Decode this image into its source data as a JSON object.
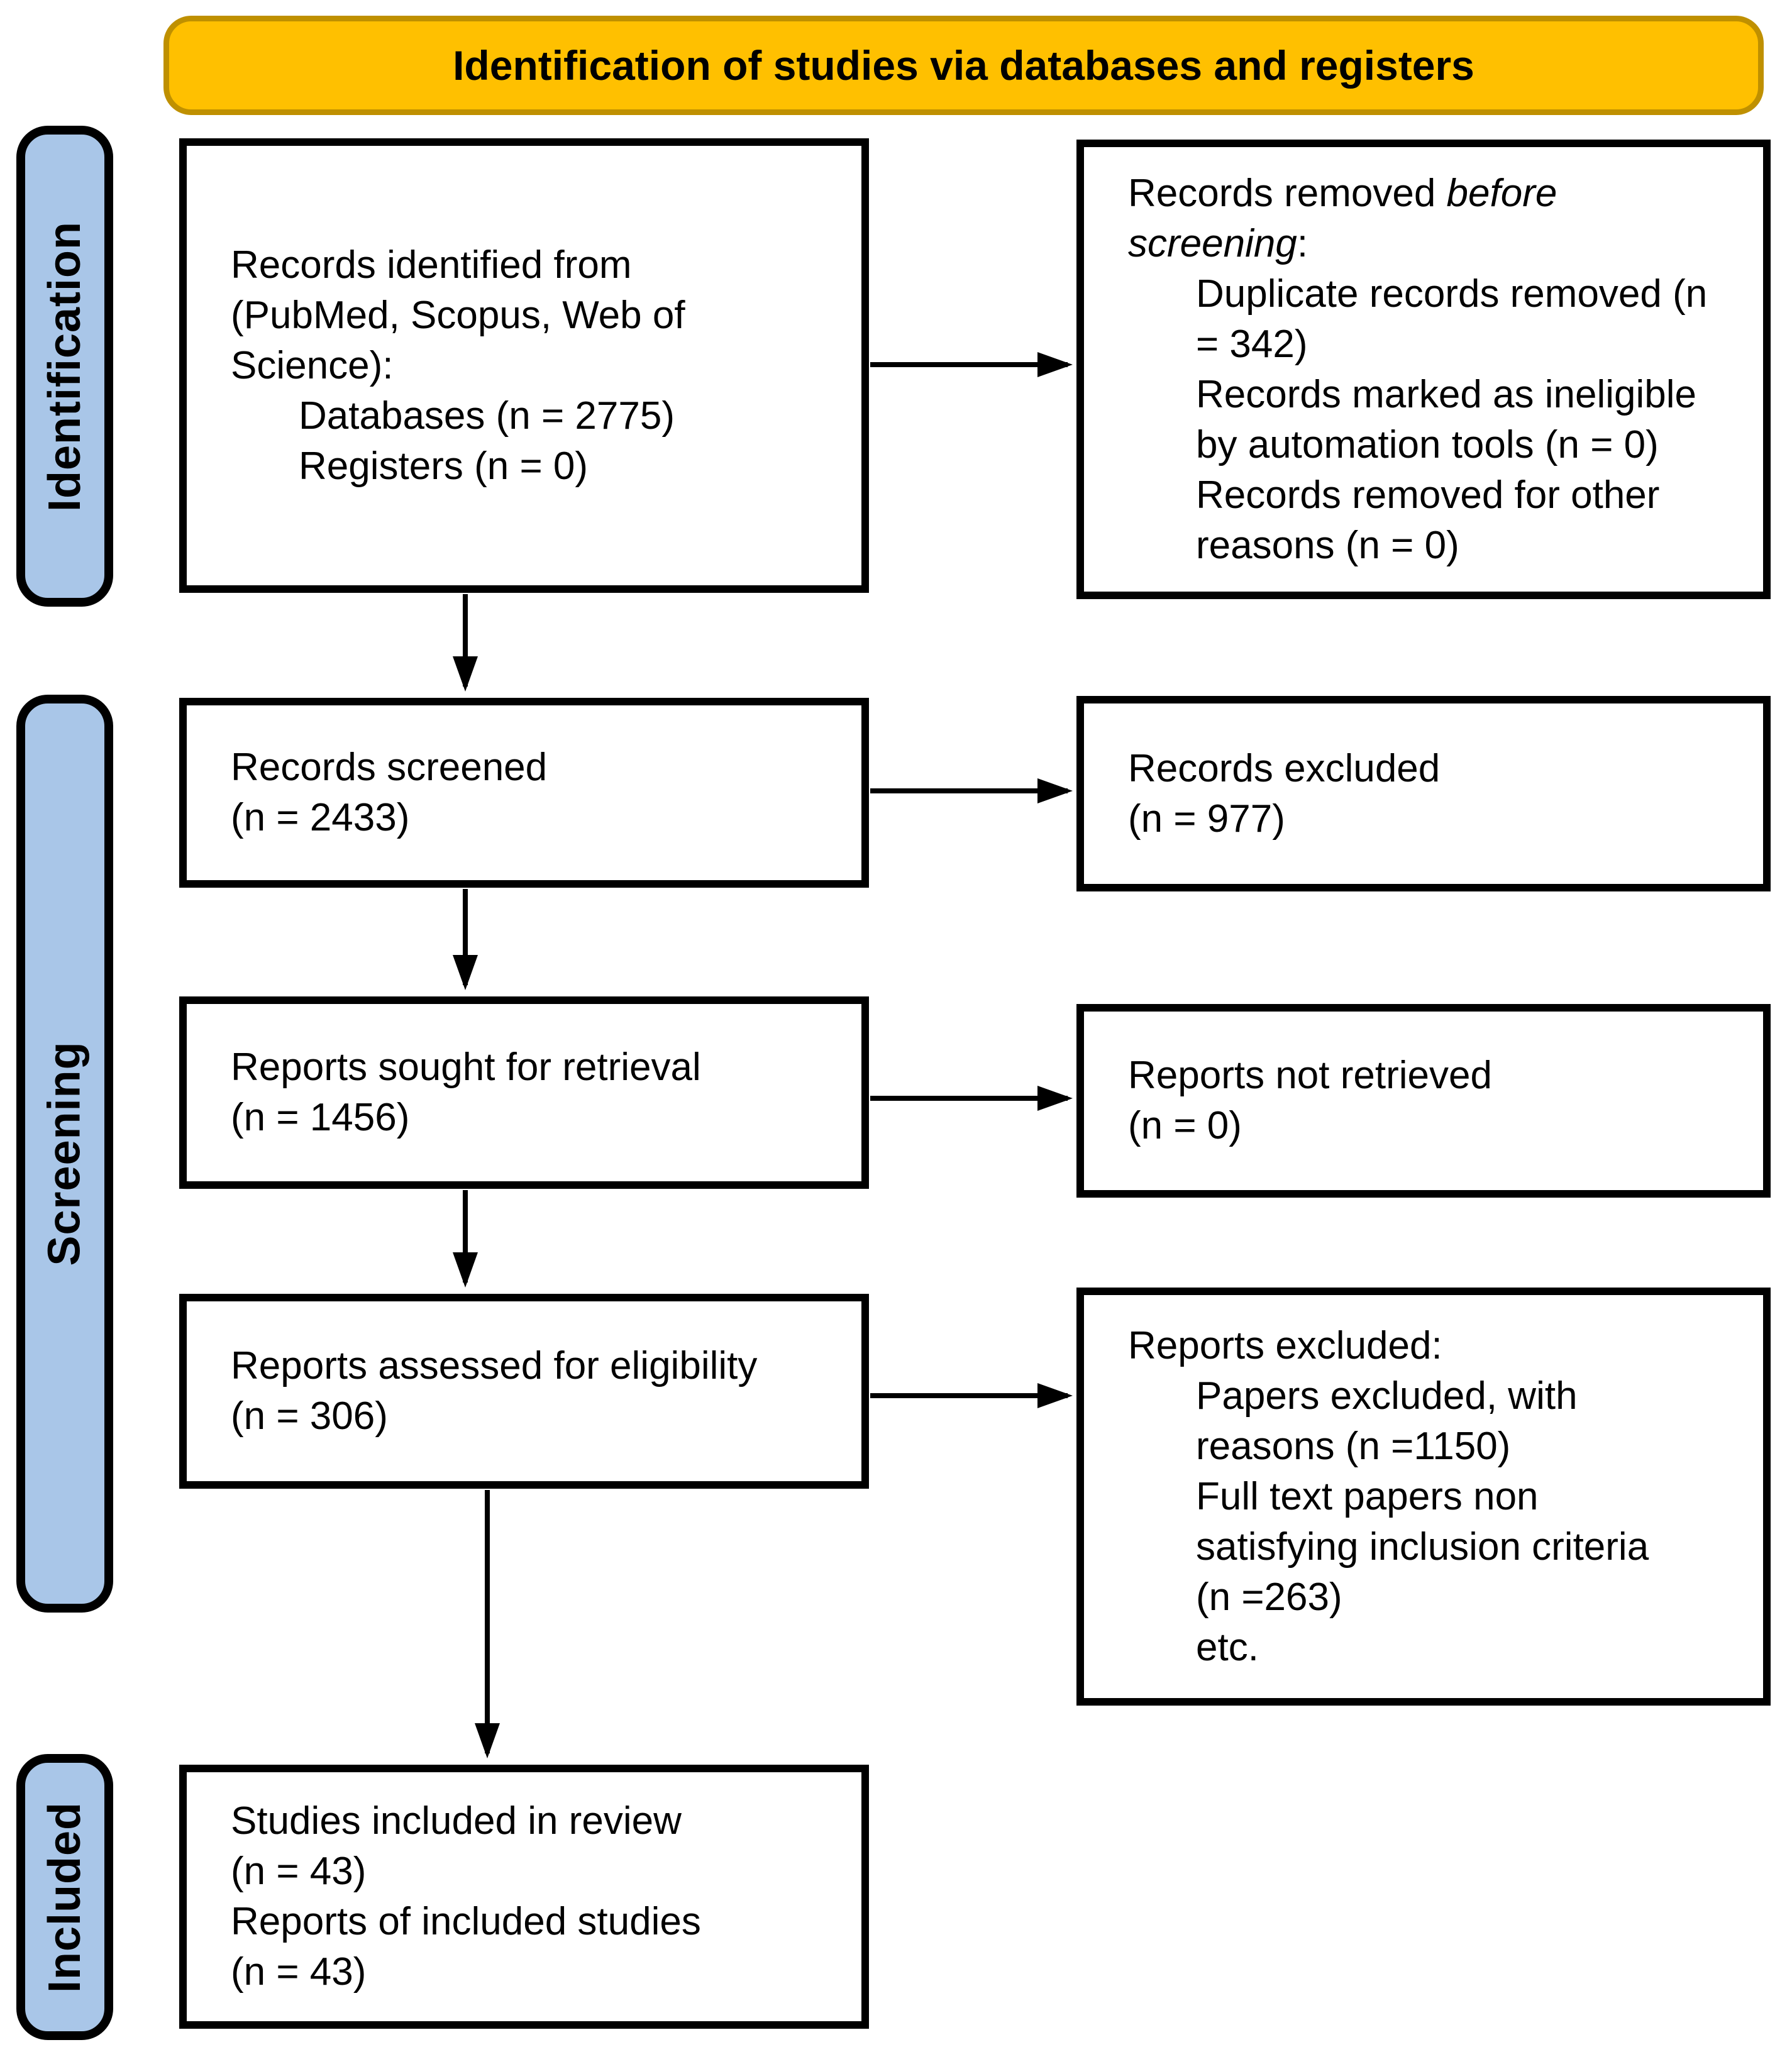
{
  "banner": {
    "label": "Identification of studies via databases and registers"
  },
  "stages": [
    {
      "label": "Identification"
    },
    {
      "label": "Screening"
    },
    {
      "label": "Included"
    }
  ],
  "colors": {
    "banner_fill": "#FFC000",
    "banner_border": "#BF9000",
    "stage_fill": "#A9C6E8",
    "box_border": "#000000",
    "arrow": "#000000"
  },
  "boxes": {
    "identified": {
      "lines": [
        {
          "ind": 0,
          "segs": [
            {
              "t": "Records identified from",
              "i": 0
            }
          ]
        },
        {
          "ind": 0,
          "segs": [
            {
              "t": "(PubMed, Scopus, Web of",
              "i": 0
            }
          ]
        },
        {
          "ind": 0,
          "segs": [
            {
              "t": "Science):",
              "i": 0
            }
          ]
        },
        {
          "ind": 1,
          "segs": [
            {
              "t": "Databases (n = 2775)",
              "i": 0
            }
          ]
        },
        {
          "ind": 1,
          "segs": [
            {
              "t": "Registers (n = 0)",
              "i": 0
            }
          ]
        }
      ]
    },
    "removed": {
      "lines": [
        {
          "ind": 0,
          "segs": [
            {
              "t": "Records removed ",
              "i": 0
            },
            {
              "t": "before",
              "i": 1
            }
          ]
        },
        {
          "ind": 0,
          "segs": [
            {
              "t": "screening",
              "i": 1
            },
            {
              "t": ":",
              "i": 0
            }
          ]
        },
        {
          "ind": 1,
          "segs": [
            {
              "t": "Duplicate records removed (n",
              "i": 0
            }
          ]
        },
        {
          "ind": 1,
          "segs": [
            {
              "t": "= 342)",
              "i": 0
            }
          ]
        },
        {
          "ind": 1,
          "segs": [
            {
              "t": "Records marked as ineligible",
              "i": 0
            }
          ]
        },
        {
          "ind": 1,
          "segs": [
            {
              "t": "by automation tools (n = 0)",
              "i": 0
            }
          ]
        },
        {
          "ind": 1,
          "segs": [
            {
              "t": "Records removed for other",
              "i": 0
            }
          ]
        },
        {
          "ind": 1,
          "segs": [
            {
              "t": "reasons (n = 0)",
              "i": 0
            }
          ]
        }
      ]
    },
    "screened": {
      "lines": [
        {
          "ind": 0,
          "segs": [
            {
              "t": "Records screened",
              "i": 0
            }
          ]
        },
        {
          "ind": 0,
          "segs": [
            {
              "t": "(n = 2433)",
              "i": 0
            }
          ]
        }
      ]
    },
    "excluded": {
      "lines": [
        {
          "ind": 0,
          "segs": [
            {
              "t": "Records excluded",
              "i": 0
            }
          ]
        },
        {
          "ind": 0,
          "segs": [
            {
              "t": "(n = 977)",
              "i": 0
            }
          ]
        }
      ]
    },
    "sought": {
      "lines": [
        {
          "ind": 0,
          "segs": [
            {
              "t": "Reports sought for retrieval",
              "i": 0
            }
          ]
        },
        {
          "ind": 0,
          "segs": [
            {
              "t": "(n = 1456)",
              "i": 0
            }
          ]
        }
      ]
    },
    "not_retrieved": {
      "lines": [
        {
          "ind": 0,
          "segs": [
            {
              "t": "Reports not retrieved",
              "i": 0
            }
          ]
        },
        {
          "ind": 0,
          "segs": [
            {
              "t": "(n = 0)",
              "i": 0
            }
          ]
        }
      ]
    },
    "assessed": {
      "lines": [
        {
          "ind": 0,
          "segs": [
            {
              "t": "Reports assessed for eligibility",
              "i": 0
            }
          ]
        },
        {
          "ind": 0,
          "segs": [
            {
              "t": "(n = 306)",
              "i": 0
            }
          ]
        }
      ]
    },
    "reports_excluded": {
      "lines": [
        {
          "ind": 0,
          "segs": [
            {
              "t": "Reports excluded:",
              "i": 0
            }
          ]
        },
        {
          "ind": 1,
          "segs": [
            {
              "t": "Papers excluded, with",
              "i": 0
            }
          ]
        },
        {
          "ind": 1,
          "segs": [
            {
              "t": "reasons (n =1150)",
              "i": 0
            }
          ]
        },
        {
          "ind": 1,
          "segs": [
            {
              "t": "Full text papers non",
              "i": 0
            }
          ]
        },
        {
          "ind": 1,
          "segs": [
            {
              "t": "satisfying inclusion criteria",
              "i": 0
            }
          ]
        },
        {
          "ind": 1,
          "segs": [
            {
              "t": "(n =263)",
              "i": 0
            }
          ]
        },
        {
          "ind": 1,
          "segs": [
            {
              "t": "etc.",
              "i": 0
            }
          ]
        }
      ]
    },
    "included": {
      "lines": [
        {
          "ind": 0,
          "segs": [
            {
              "t": "Studies included in review",
              "i": 0
            }
          ]
        },
        {
          "ind": 0,
          "segs": [
            {
              "t": "(n = 43)",
              "i": 0
            }
          ]
        },
        {
          "ind": 0,
          "segs": [
            {
              "t": "Reports of included studies",
              "i": 0
            }
          ]
        },
        {
          "ind": 0,
          "segs": [
            {
              "t": "(n = 43)",
              "i": 0
            }
          ]
        }
      ]
    }
  }
}
